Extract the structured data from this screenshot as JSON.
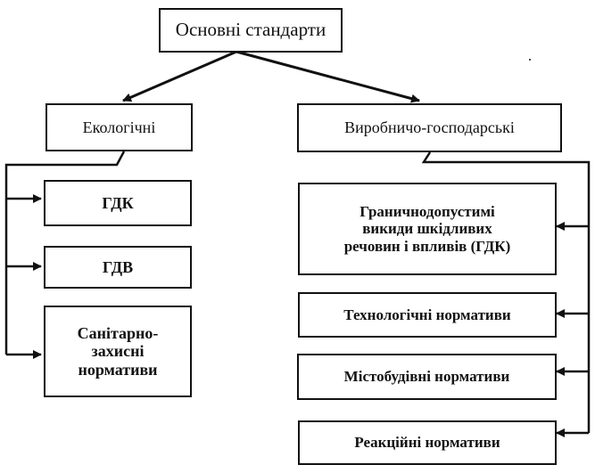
{
  "root": {
    "label": "Основні стандарти"
  },
  "left": {
    "label": "Екологічні",
    "items": [
      {
        "label": "ГДК"
      },
      {
        "label": "ГДВ"
      },
      {
        "label": "Санітарно-\nзахисні\nнормативи"
      }
    ]
  },
  "right": {
    "label": "Виробничо-господарські",
    "items": [
      {
        "label": "Граничнодопустимі\nвикиди шкідливих\nречовин і впливів (ГДК)"
      },
      {
        "label": "Технологічні нормативи"
      },
      {
        "label": "Містобудівні нормативи"
      },
      {
        "label": "Реакційні нормативи"
      }
    ]
  }
}
